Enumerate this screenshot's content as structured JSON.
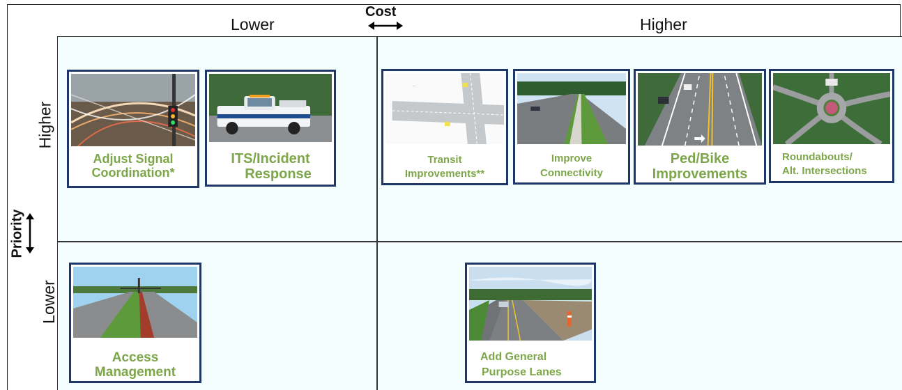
{
  "axes": {
    "cost_title": "Cost",
    "cost_lower": "Lower",
    "cost_higher": "Higher",
    "priority_title": "Priority",
    "priority_higher": "Higher",
    "priority_lower": "Lower"
  },
  "cards": {
    "adjust_signal": {
      "line1": "Adjust Signal",
      "line2": "Coordination*"
    },
    "its_incident": {
      "line1": "ITS/Incident",
      "line2": "Response"
    },
    "transit": {
      "line1": "Transit",
      "line2": "Improvements**"
    },
    "connectivity": {
      "line1": "Improve",
      "line2": "Connectivity"
    },
    "ped_bike": {
      "line1": "Ped/Bike",
      "line2": "Improvements"
    },
    "roundabouts": {
      "line1": "Roundabouts/",
      "line2": "Alt. Intersections"
    },
    "access": {
      "line1": "Access",
      "line2": "Management"
    },
    "general_lanes": {
      "line1": "Add General",
      "line2": "Purpose Lanes"
    }
  },
  "colors": {
    "card_border": "#1f3668",
    "caption_green": "#7da64a",
    "grid_background": "#f4feff"
  }
}
